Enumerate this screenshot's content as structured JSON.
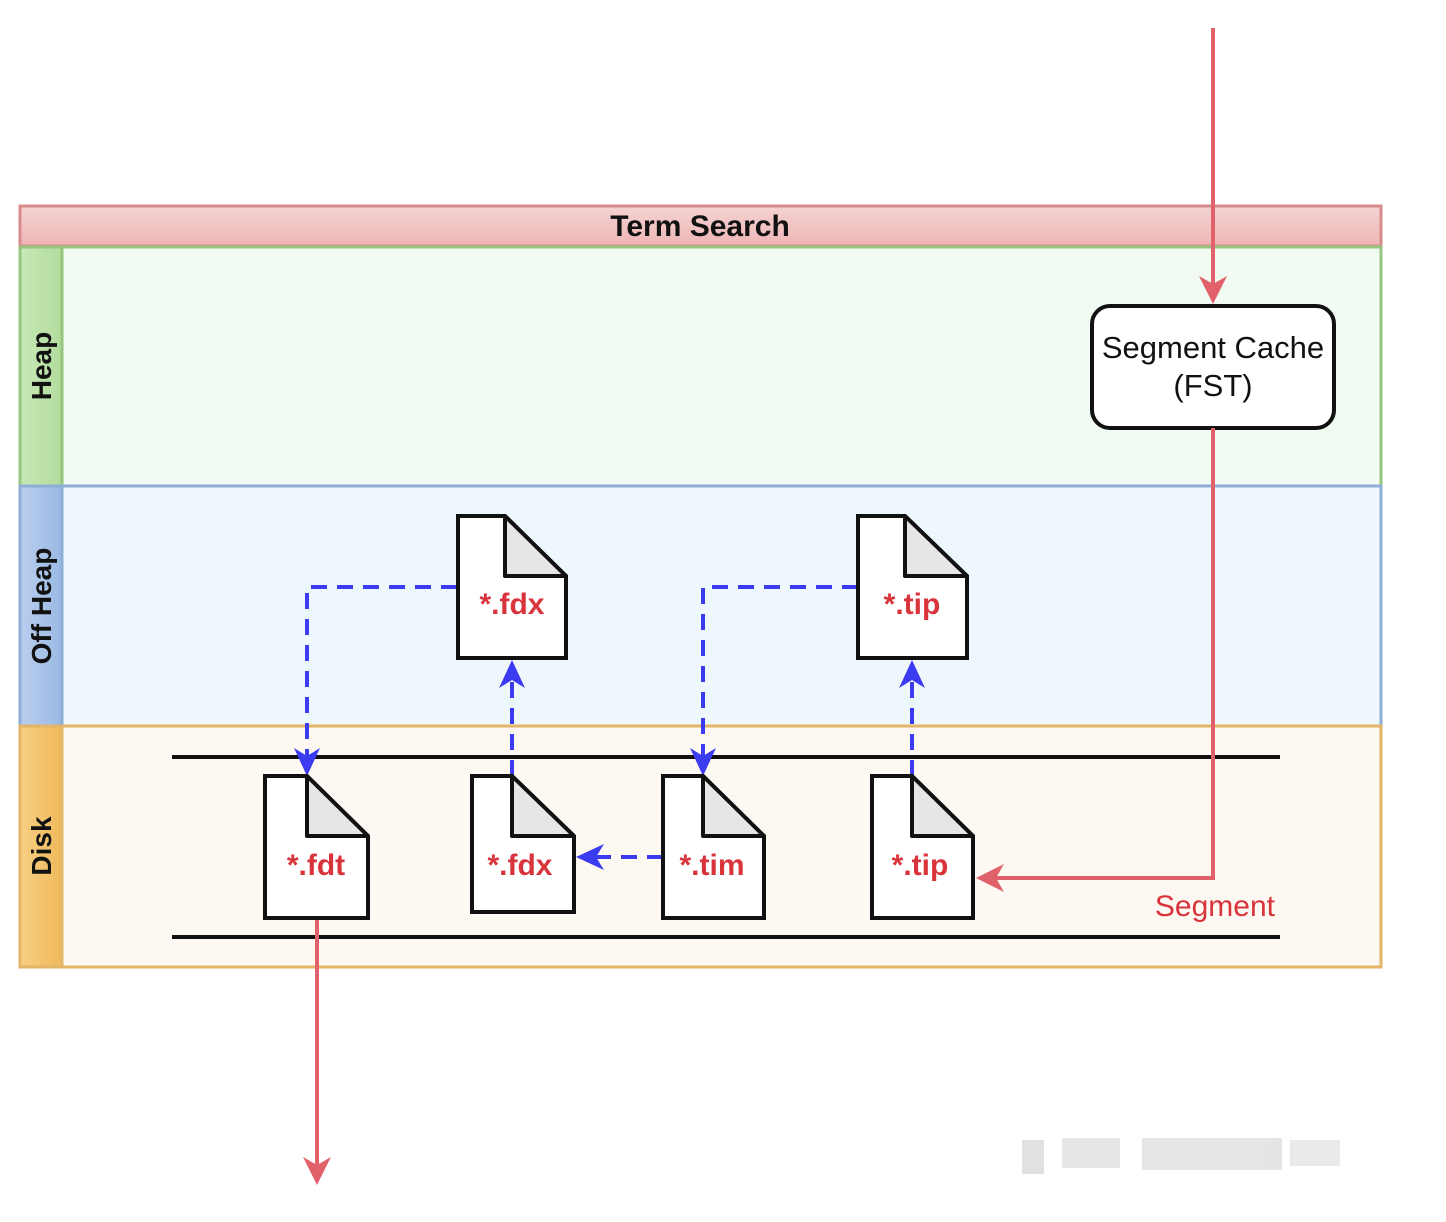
{
  "title": "Term Search",
  "lanes": {
    "heap": "Heap",
    "offheap": "Off Heap",
    "disk": "Disk"
  },
  "cache": {
    "line1": "Segment Cache",
    "line2": "(FST)"
  },
  "offheap_files": {
    "fdx": "*.fdx",
    "tip": "*.tip"
  },
  "disk_files": {
    "fdt": "*.fdt",
    "fdx": "*.fdx",
    "tim": "*.tim",
    "tip": "*.tip"
  },
  "segment_label": "Segment",
  "colors": {
    "title_bar": "#f3c6c6",
    "title_border": "#d88b8b",
    "heap_bg": "#f1fbf1",
    "heap_header": "#bfe3b0",
    "heap_border": "#97c47f",
    "offheap_bg": "#eef8fc",
    "offheap_header": "#a9c3e6",
    "offheap_border": "#8faed6",
    "disk_bg": "#fdf8f1",
    "disk_header": "#f4c46e",
    "disk_border": "#e3b567",
    "red_arrow": "#e0616a",
    "blue_arrow": "#3b3bf0",
    "file_text": "#d9343c"
  }
}
